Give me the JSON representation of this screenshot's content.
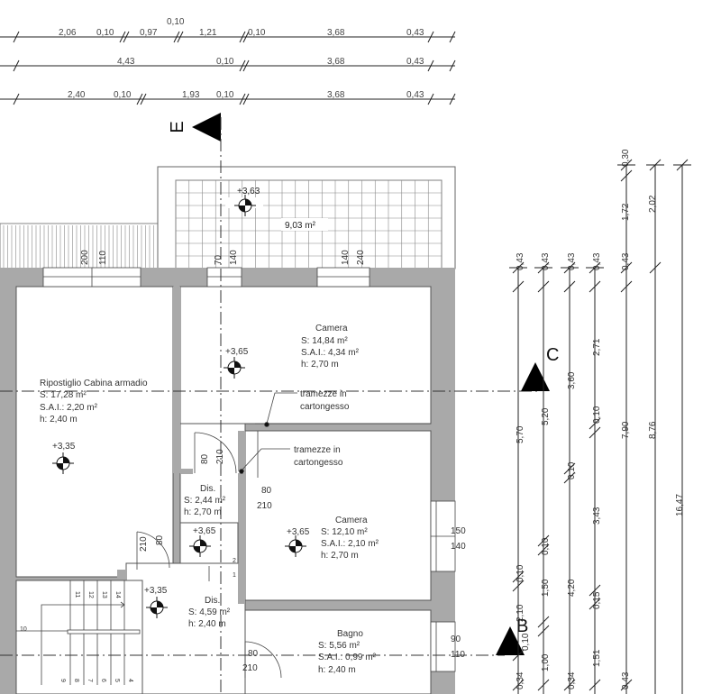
{
  "top_dimensions": {
    "row1": [
      "2,06",
      "0,10",
      "0,97",
      "0,10",
      "1,21",
      "0,10",
      "3,68",
      "0,43"
    ],
    "row2": [
      "4,43",
      "0,10",
      "3,68",
      "0,43"
    ],
    "row3": [
      "2,40",
      "0,10",
      "1,93",
      "0,10",
      "3,68",
      "0,43"
    ]
  },
  "right_dimensions": {
    "col1": [
      "0,43",
      "5,70",
      "0,10",
      "2,10",
      "0,34"
    ],
    "col2": [
      "0,43",
      "5,20",
      "0,10",
      "1,50",
      "0,10",
      "1,00"
    ],
    "col3": [
      "0,43",
      "3,60",
      "0,10",
      "4,20",
      "0,34"
    ],
    "col4": [
      "0,43",
      "2,71",
      "0,10",
      "3,43",
      "0,15",
      "1,51"
    ],
    "col5": [
      "0,30",
      "1,72",
      "0,43",
      "7,90",
      "0,43"
    ],
    "col6": [
      "2,02",
      "8,76"
    ],
    "col7": [
      "16,47"
    ]
  },
  "section_markers": {
    "E": "E",
    "C": "C",
    "B": "B"
  },
  "terrace": {
    "level": "+3,63",
    "area": "9,03 m²"
  },
  "rooms": {
    "ripostiglio": {
      "name": "Ripostiglio Cabina armadio",
      "s": "S: 17,28 m²",
      "sai": "S.A.I.: 2,20 m²",
      "h": "h: 2,40 m",
      "level": "+3,35"
    },
    "camera1": {
      "name": "Camera",
      "s": "S: 14,84 m²",
      "sai": "S.A.I.: 4,34 m²",
      "h": "h: 2,70 m",
      "level": "+3,65"
    },
    "dis1": {
      "name": "Dis.",
      "s": "S: 2,44 m²",
      "h": "h: 2,70 m",
      "level": "+3,65"
    },
    "camera2": {
      "name": "Camera",
      "s": "S: 12,10 m²",
      "sai": "S.A.I.: 2,10 m²",
      "h": "h: 2,70 m",
      "level": "+3,65"
    },
    "dis2": {
      "name": "Dis.",
      "s": "S: 4,59 m²",
      "h": "h: 2,40 m",
      "level": "+3,35"
    },
    "bagno": {
      "name": "Bagno",
      "s": "S: 5,56 m²",
      "sai": "S.A.I.: 0,99 m²",
      "h": "h: 2,40 m"
    }
  },
  "notes": {
    "tramezze1": "tramezze in",
    "tramezze1b": "cartongesso",
    "tramezze2": "tramezze in",
    "tramezze2b": "cartongesso"
  },
  "openings": {
    "w1_top": "200",
    "w1_bot": "110",
    "w2_top": "70",
    "w2_bot": "140",
    "w3_top": "140",
    "w3_bot": "240",
    "d1_w": "80",
    "d1_h": "210",
    "d2_w": "80",
    "d2_h": "210",
    "d3_w": "80",
    "d3_h": "210",
    "d4_w": "80",
    "d4_h": "210",
    "win_cam_top": "150",
    "win_cam_bot": "140",
    "win_bagno_top": "90",
    "win_bagno_bot": "110"
  },
  "stairs": {
    "steps": [
      "11",
      "12",
      "13",
      "14",
      "10",
      "9",
      "8",
      "7",
      "6",
      "5",
      "4"
    ],
    "small": [
      "2",
      "1"
    ]
  }
}
